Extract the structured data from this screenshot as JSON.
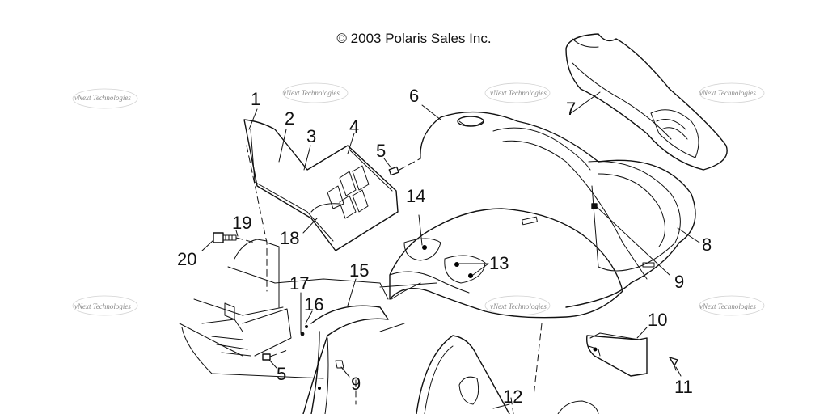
{
  "copyright": "© 2003 Polaris Sales Inc.",
  "watermark": "vNext Technologies",
  "callouts": {
    "c1": "1",
    "c2": "2",
    "c3": "3",
    "c4": "4",
    "c5a": "5",
    "c5b": "5",
    "c6": "6",
    "c7": "7",
    "c8": "8",
    "c9a": "9",
    "c9b": "9",
    "c10": "10",
    "c11": "11",
    "c12": "12",
    "c13": "13",
    "c14": "14",
    "c15": "15",
    "c16": "16",
    "c17": "17",
    "c18": "18",
    "c19": "19",
    "c20": "20"
  },
  "colors": {
    "line": "#111111",
    "background": "#ffffff",
    "watermark": "#888888"
  }
}
